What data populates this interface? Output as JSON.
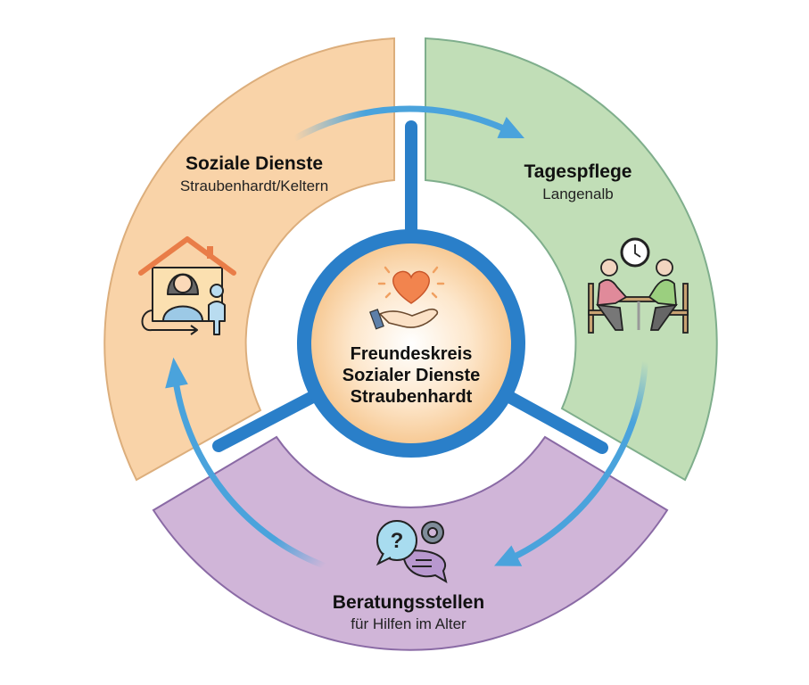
{
  "center": {
    "lines": [
      "Freundeskreis",
      "Sozialer Dienste",
      "Straubenhardt"
    ],
    "icon": "heart-in-hand-icon"
  },
  "segments": [
    {
      "title": "Soziale Dienste",
      "subtitle": "Straubenhardt/Keltern",
      "color": "#f9d3a8",
      "icon": "home-care-icon"
    },
    {
      "title": "Tagespflege",
      "subtitle": "Langenalb",
      "color": "#c1deb7",
      "icon": "seniors-at-table-icon"
    },
    {
      "title": "Beratungsstellen",
      "subtitle": "für Hilfen im Alter",
      "color": "#d0b5d8",
      "icon": "consultation-chat-icon"
    }
  ],
  "colors": {
    "hub": "#2a7fc9",
    "arrows": "#4aa3dc"
  }
}
